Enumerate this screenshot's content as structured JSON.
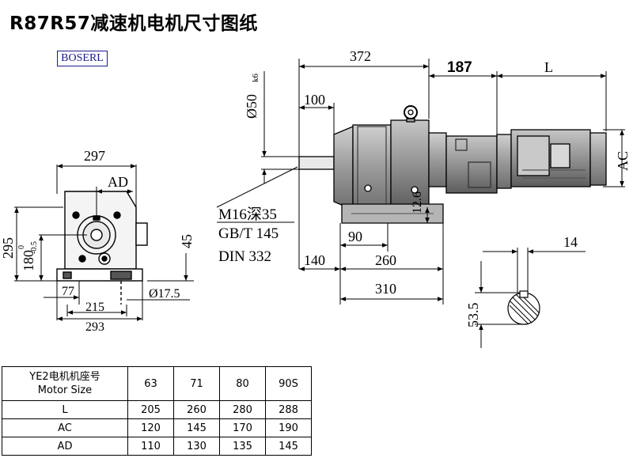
{
  "title": "R87R57减速机电机尺寸图纸",
  "brand": "BOSERL",
  "dims": {
    "d297": "297",
    "ad": "AD",
    "d295": "295",
    "d180": "180",
    "d180_tol_upper": "0",
    "d180_tol_lower": "-0.5",
    "d45": "45",
    "d77": "77",
    "d17_5": "Ø17.5",
    "d215": "215",
    "d293": "293",
    "d372": "372",
    "d187": "187",
    "L": "L",
    "d50": "Ø50",
    "d50_fit": "k6",
    "d100": "100",
    "AC": "AC",
    "d12_6": "12.6",
    "d90": "90",
    "d140": "140",
    "d260": "260",
    "d310": "310",
    "d14": "14",
    "d53_5": "53.5"
  },
  "thread_note": {
    "line1": "M16深35",
    "line2": "GB/T 145",
    "line3": "DIN 332"
  },
  "table": {
    "header_line1": "YE2电机机座号",
    "header_line2": "Motor Size",
    "columns": [
      "63",
      "71",
      "80",
      "90S"
    ],
    "rows": [
      {
        "label": "L",
        "values": [
          "205",
          "260",
          "280",
          "288"
        ]
      },
      {
        "label": "AC",
        "values": [
          "120",
          "145",
          "170",
          "190"
        ]
      },
      {
        "label": "AD",
        "values": [
          "110",
          "130",
          "135",
          "145"
        ]
      }
    ]
  }
}
